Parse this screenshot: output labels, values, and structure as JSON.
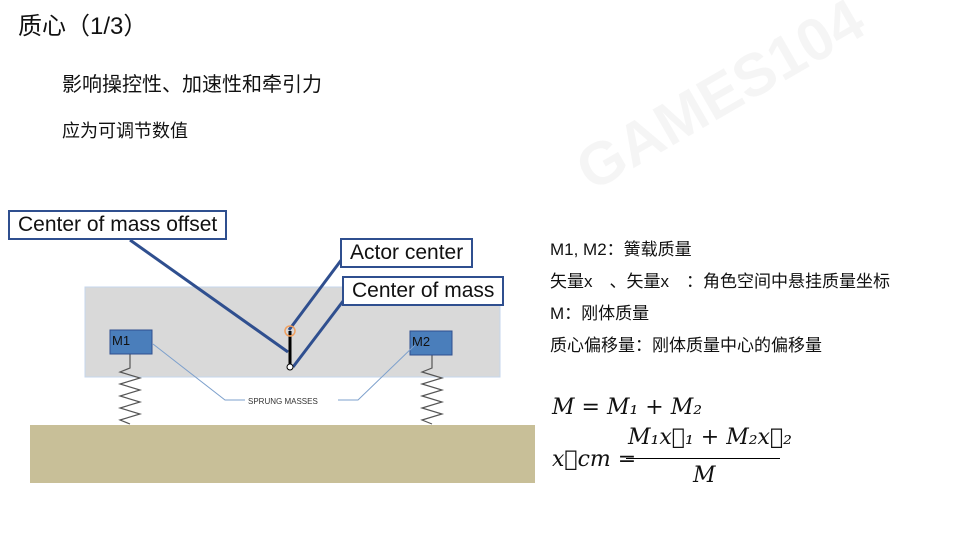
{
  "title": "质心（1/3）",
  "bullets": [
    "影响操控性、加速性和牵引力",
    "应为可调节数值"
  ],
  "diagram": {
    "labels": {
      "offset": "Center of mass offset",
      "actor": "Actor center",
      "com": "Center of mass"
    },
    "m1": "M1",
    "m2": "M2",
    "sprung": "SPRUNG MASSES",
    "colors": {
      "body": "#d9d9d9",
      "ground": "#c8bf98",
      "mass": "#4a7ebb",
      "callout": "#2f4f8f"
    }
  },
  "descriptions": [
    "M1, M2：簧载质量",
    "矢量x　、矢量x　：角色空间中悬挂质量坐标",
    "M：刚体质量",
    "质心偏移量：刚体质量中心的偏移量"
  ],
  "formula": {
    "line1": "M = M₁ + M₂",
    "lhs": "x⃗cm =",
    "num": "M₁x⃗₁ + M₂x⃗₂",
    "den": "M"
  },
  "watermark": "GAMES104"
}
